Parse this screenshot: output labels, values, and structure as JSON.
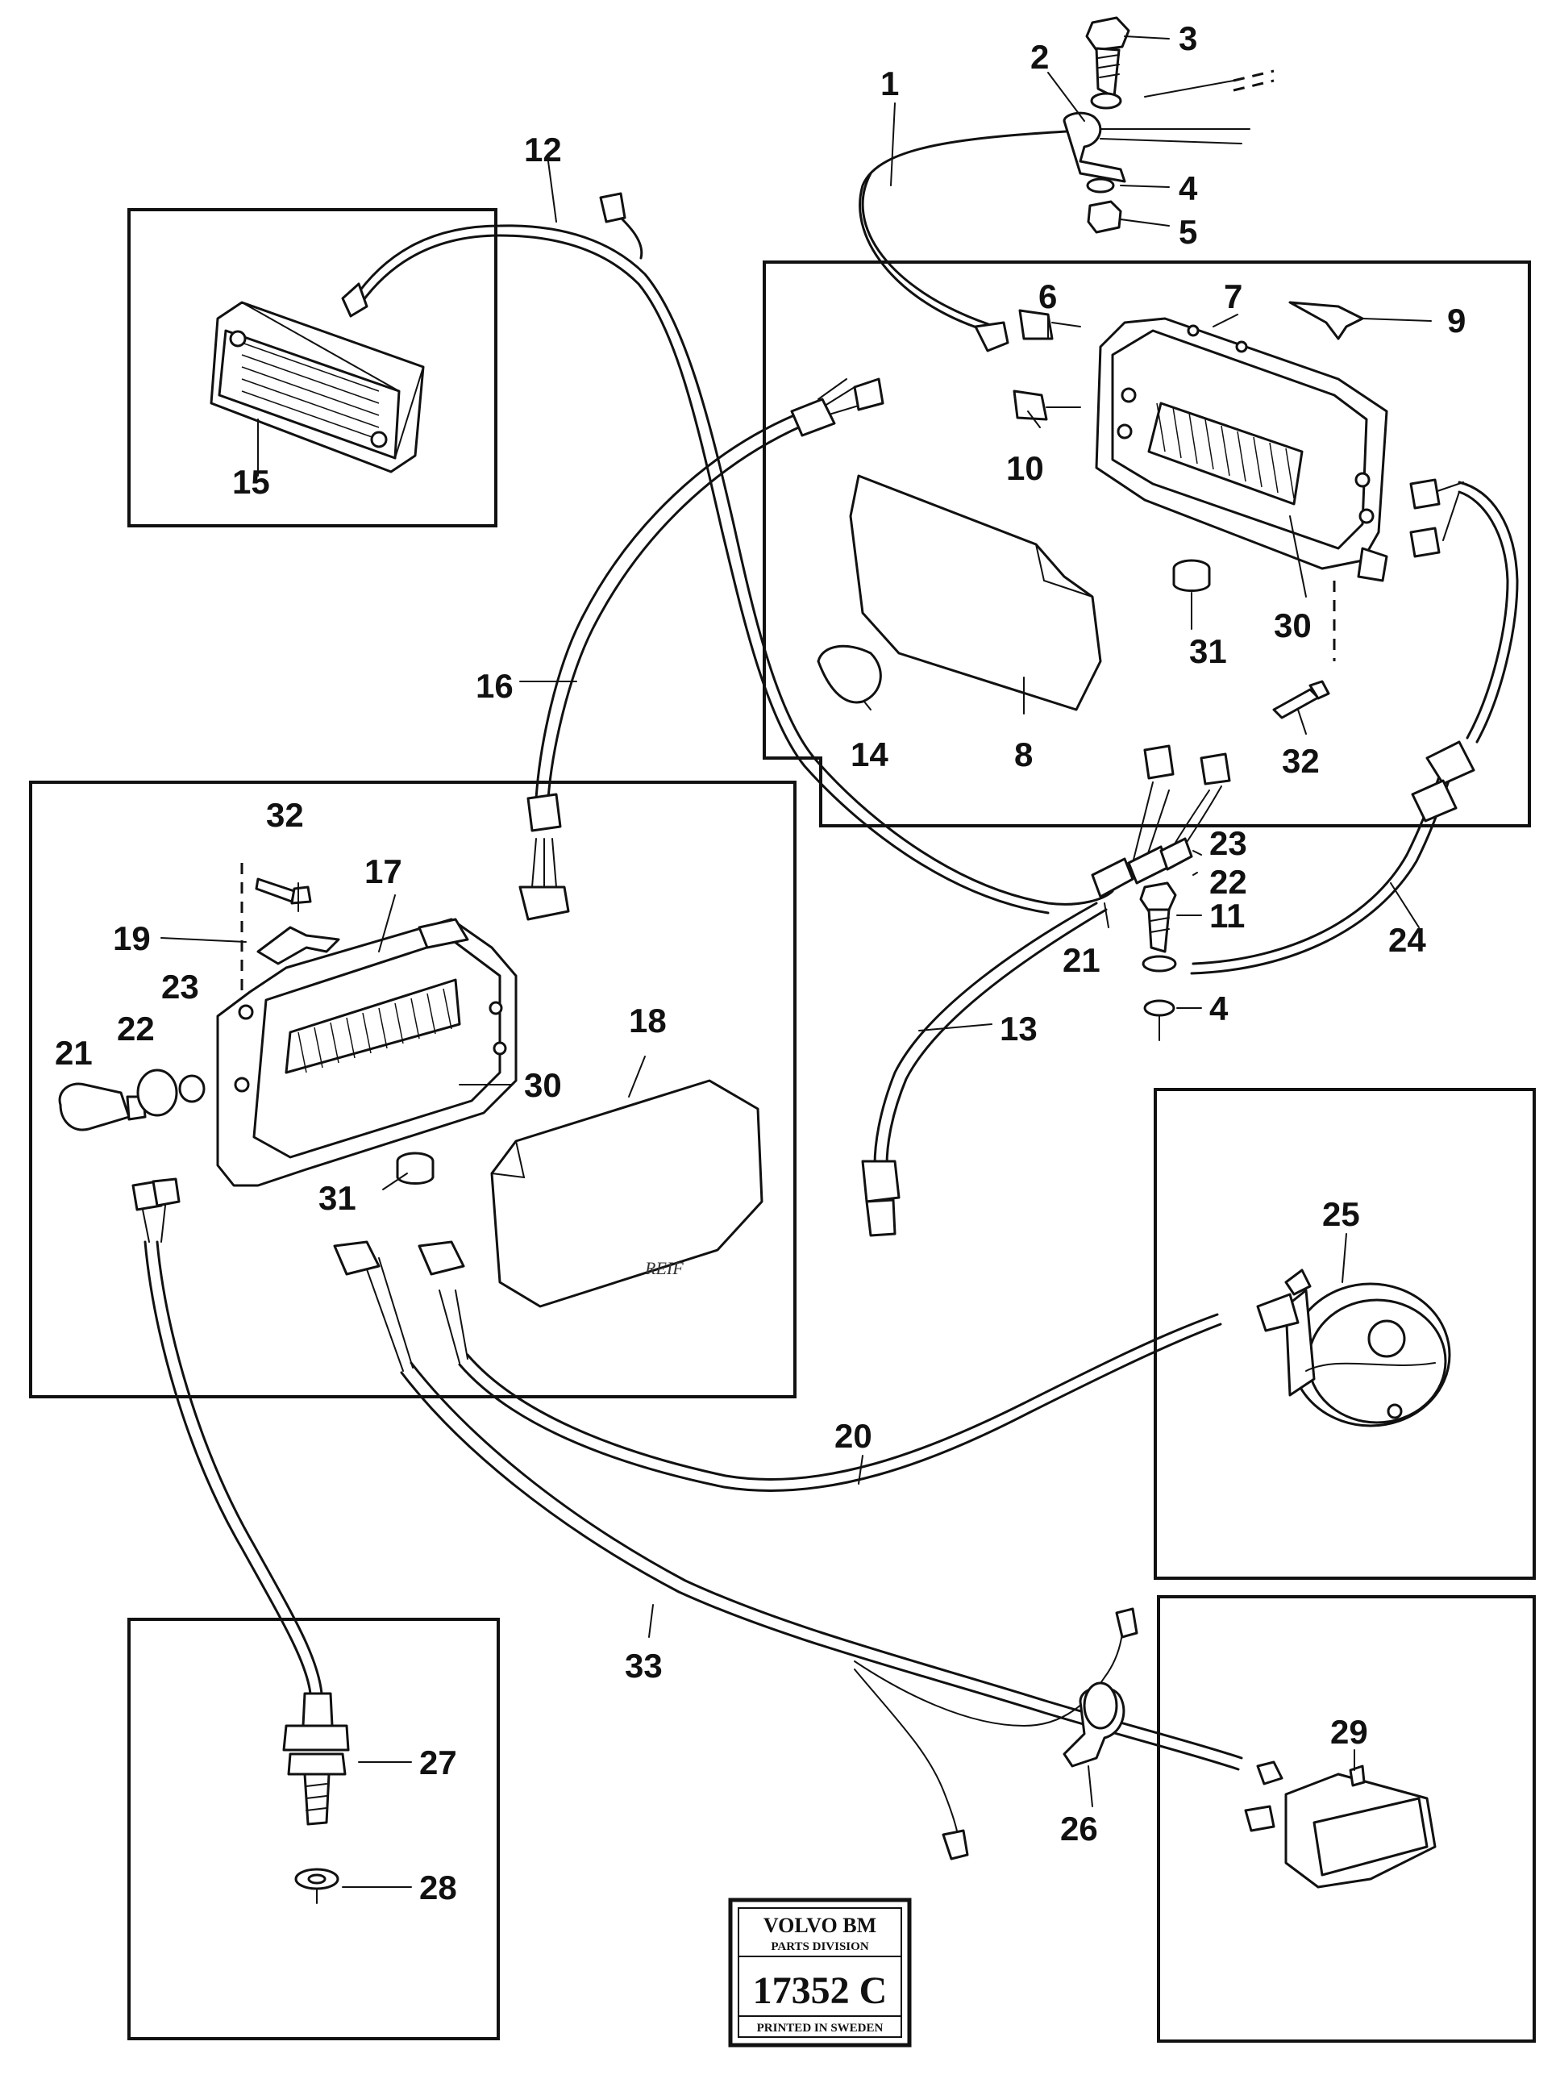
{
  "callouts": [
    "1",
    "2",
    "3",
    "4",
    "5",
    "6",
    "7",
    "8",
    "9",
    "10",
    "11",
    "12",
    "13",
    "14",
    "15",
    "16",
    "17",
    "18",
    "19",
    "20",
    "21",
    "22",
    "23",
    "24",
    "25",
    "26",
    "27",
    "28",
    "29",
    "30",
    "31",
    "32",
    "33"
  ],
  "repeat_callouts": {
    "c4b": "4",
    "c21b": "21",
    "c22b": "22",
    "c23b": "23",
    "c30b": "30",
    "c31b": "31",
    "c32b": "32"
  },
  "panel_note": "REIF",
  "stamp": {
    "brand": "VOLVO BM",
    "division": "PARTS DIVISION",
    "number": "17352 C",
    "origin": "PRINTED IN SWEDEN"
  }
}
